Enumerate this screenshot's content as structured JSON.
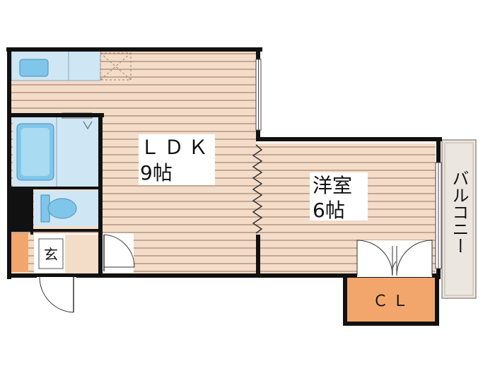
{
  "rooms": {
    "ldk": {
      "name": "ＬＤＫ",
      "size": "9帖"
    },
    "western_room": {
      "name": "洋室",
      "size": "6帖"
    },
    "closet": {
      "name": "ＣＬ"
    },
    "balcony": {
      "name": "バルコニー"
    },
    "entrance": {
      "name": "玄"
    }
  },
  "colors": {
    "wall": "#111111",
    "floor": "#f3ddc9",
    "floor_stripe": "#c6a693",
    "wet_area": "#cfe6f5",
    "fixture": "#7fc6ea",
    "closet": "#f3a66b",
    "balcony": "#ece6e0"
  }
}
